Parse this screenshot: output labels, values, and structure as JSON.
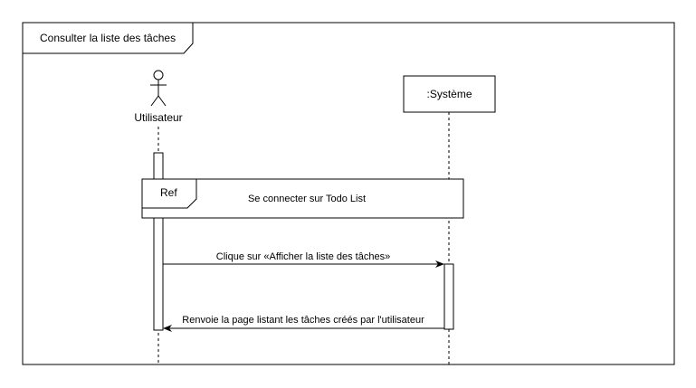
{
  "frame": {
    "title": "Consulter la liste des tâches"
  },
  "actors": {
    "user": {
      "name": "Utilisateur"
    },
    "system": {
      "name": ":Système"
    }
  },
  "ref": {
    "tag": "Ref",
    "text": "Se connecter sur Todo List"
  },
  "messages": {
    "request": "Clique sur «Afficher la liste des tâches»",
    "reply": "Renvoie la page listant les tâches créés par l'utilisateur"
  }
}
